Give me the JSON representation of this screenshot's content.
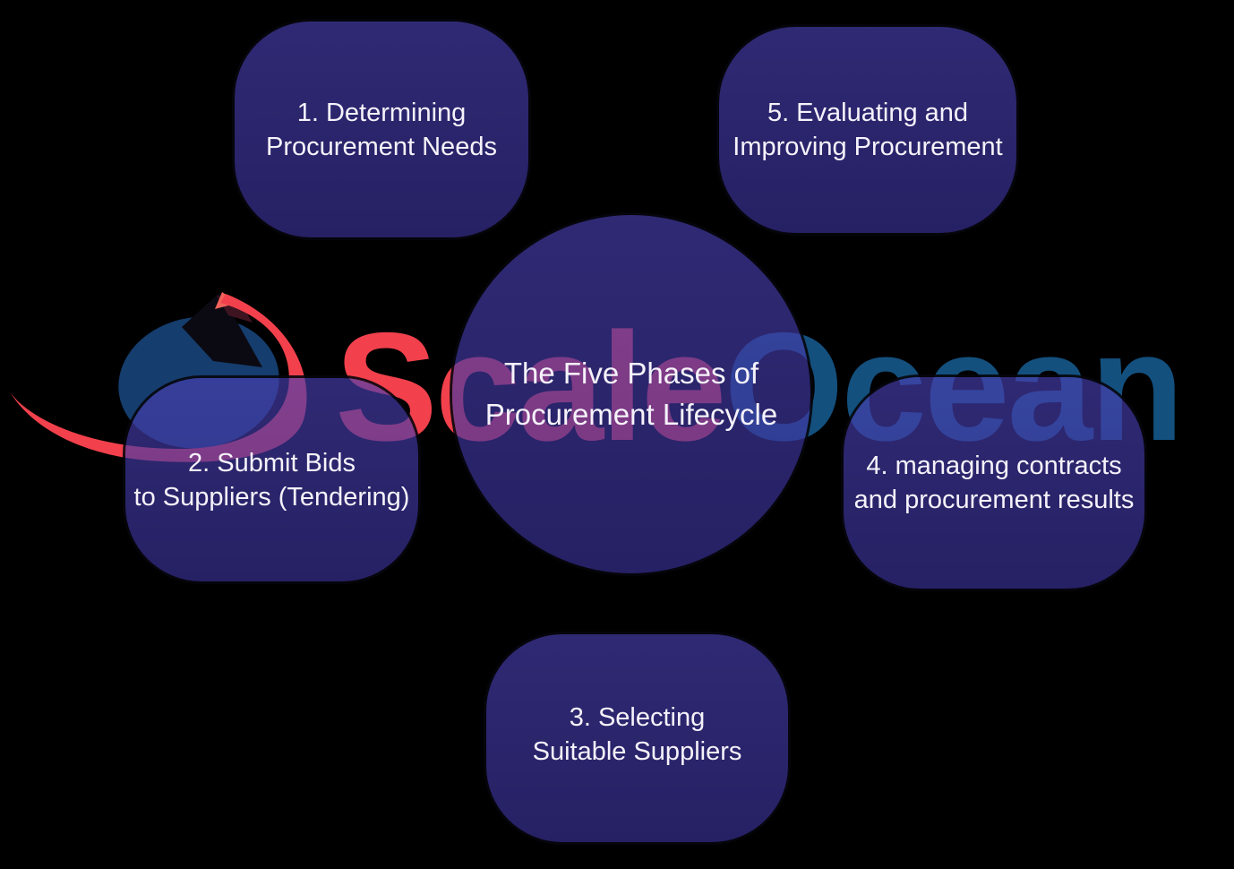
{
  "background_color": "#000000",
  "watermark": {
    "scale_text": "Scale",
    "ocean_text": "Ocean",
    "scale_color": "#F2414C",
    "ocean_color": "#14507E"
  },
  "colors": {
    "shape_fill_over_black": "#2A2569",
    "label_text": "#F5F2FA",
    "logo_globe": "#153D6D",
    "logo_wedge": "#0B0A13",
    "logo_maroon": "#3E1420",
    "logo_tip_highlight": "#F2635B",
    "logo_swoosh": "#F2414C"
  },
  "center": {
    "line1": "The Five Phases of",
    "line2": "Procurement Lifecycle"
  },
  "phases": [
    {
      "line1": "1. Determining",
      "line2": "Procurement Needs"
    },
    {
      "line1": "2. Submit Bids",
      "line2": "to Suppliers (Tendering)"
    },
    {
      "line1": "3. Selecting",
      "line2": "Suitable Suppliers"
    },
    {
      "line1": "4. managing contracts",
      "line2": "and procurement results"
    },
    {
      "line1": "5. Evaluating and",
      "line2": "Improving Procurement"
    }
  ]
}
